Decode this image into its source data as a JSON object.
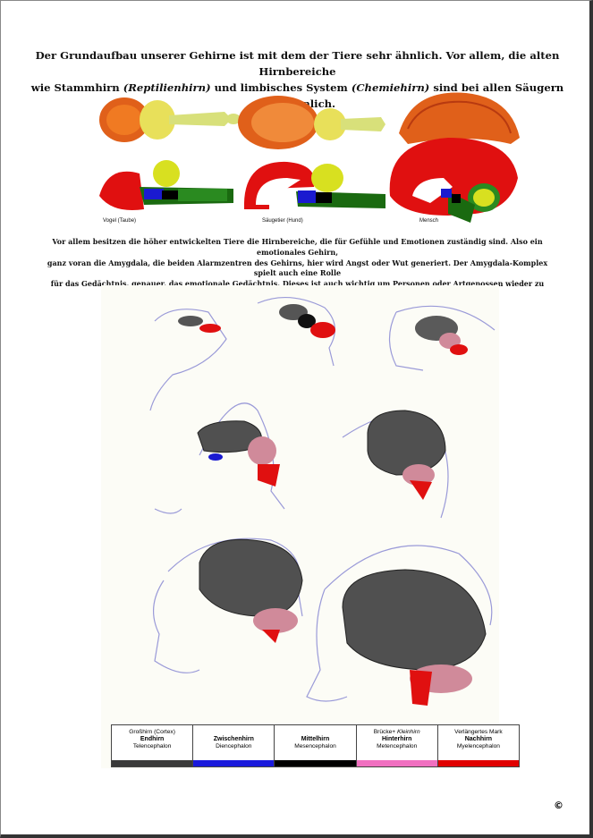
{
  "intro": {
    "line1": "Der Grundaufbau unserer Gehirne ist mit dem der Tiere sehr ähnlich. Vor allem, die alten Hirnbereiche",
    "line2_a": "wie Stammhirn ",
    "line2_b": "(Reptilienhirn)",
    "line2_c": " und limbisches System ",
    "line2_d": "(Chemiehirn)",
    "line2_e": " sind bei allen Säugern sehr ähnlich."
  },
  "captions": {
    "bird": "Vogel (Taube)",
    "mammal": "Säugetier (Hund)",
    "human": "Mensch"
  },
  "paragraph": {
    "line1": "Vor allem besitzen die höher entwickelten Tiere die Hirnbereiche, die für Gefühle und Emotionen zuständig sind. Also ein emotionales Gehirn,",
    "line2": "ganz voran die Amygdala, die beiden Alarmzentren des Gehirns, hier wird Angst oder Wut generiert. Der Amygdala-Komplex spielt auch eine Rolle",
    "line3": "für das Gedächtnis, genauer, das emotionale Gedächtnis. Dieses ist auch wichtig um Personen oder Artgenossen wieder zu erkennen."
  },
  "legend": [
    {
      "top": "Großhirn (Cortex)",
      "name": "Endhirn",
      "latin": "Telencephalon",
      "color": "#3a3a3a"
    },
    {
      "top": "",
      "name": "Zwischenhirn",
      "latin": "Diencephalon",
      "color": "#1a1adc"
    },
    {
      "top": "",
      "name": "Mittelhirn",
      "latin": "Mesencephalon",
      "color": "#000000"
    },
    {
      "top_a": "Brücke+ ",
      "top_b": "Kleinhirn",
      "name": "Hinterhirn",
      "latin": "Metencephalon",
      "color": "#f070c0"
    },
    {
      "top": "Verlängertes Mark",
      "name": "Nachhirn",
      "latin": "Myelencephalon",
      "color": "#e00000"
    }
  ],
  "copyright": "©"
}
